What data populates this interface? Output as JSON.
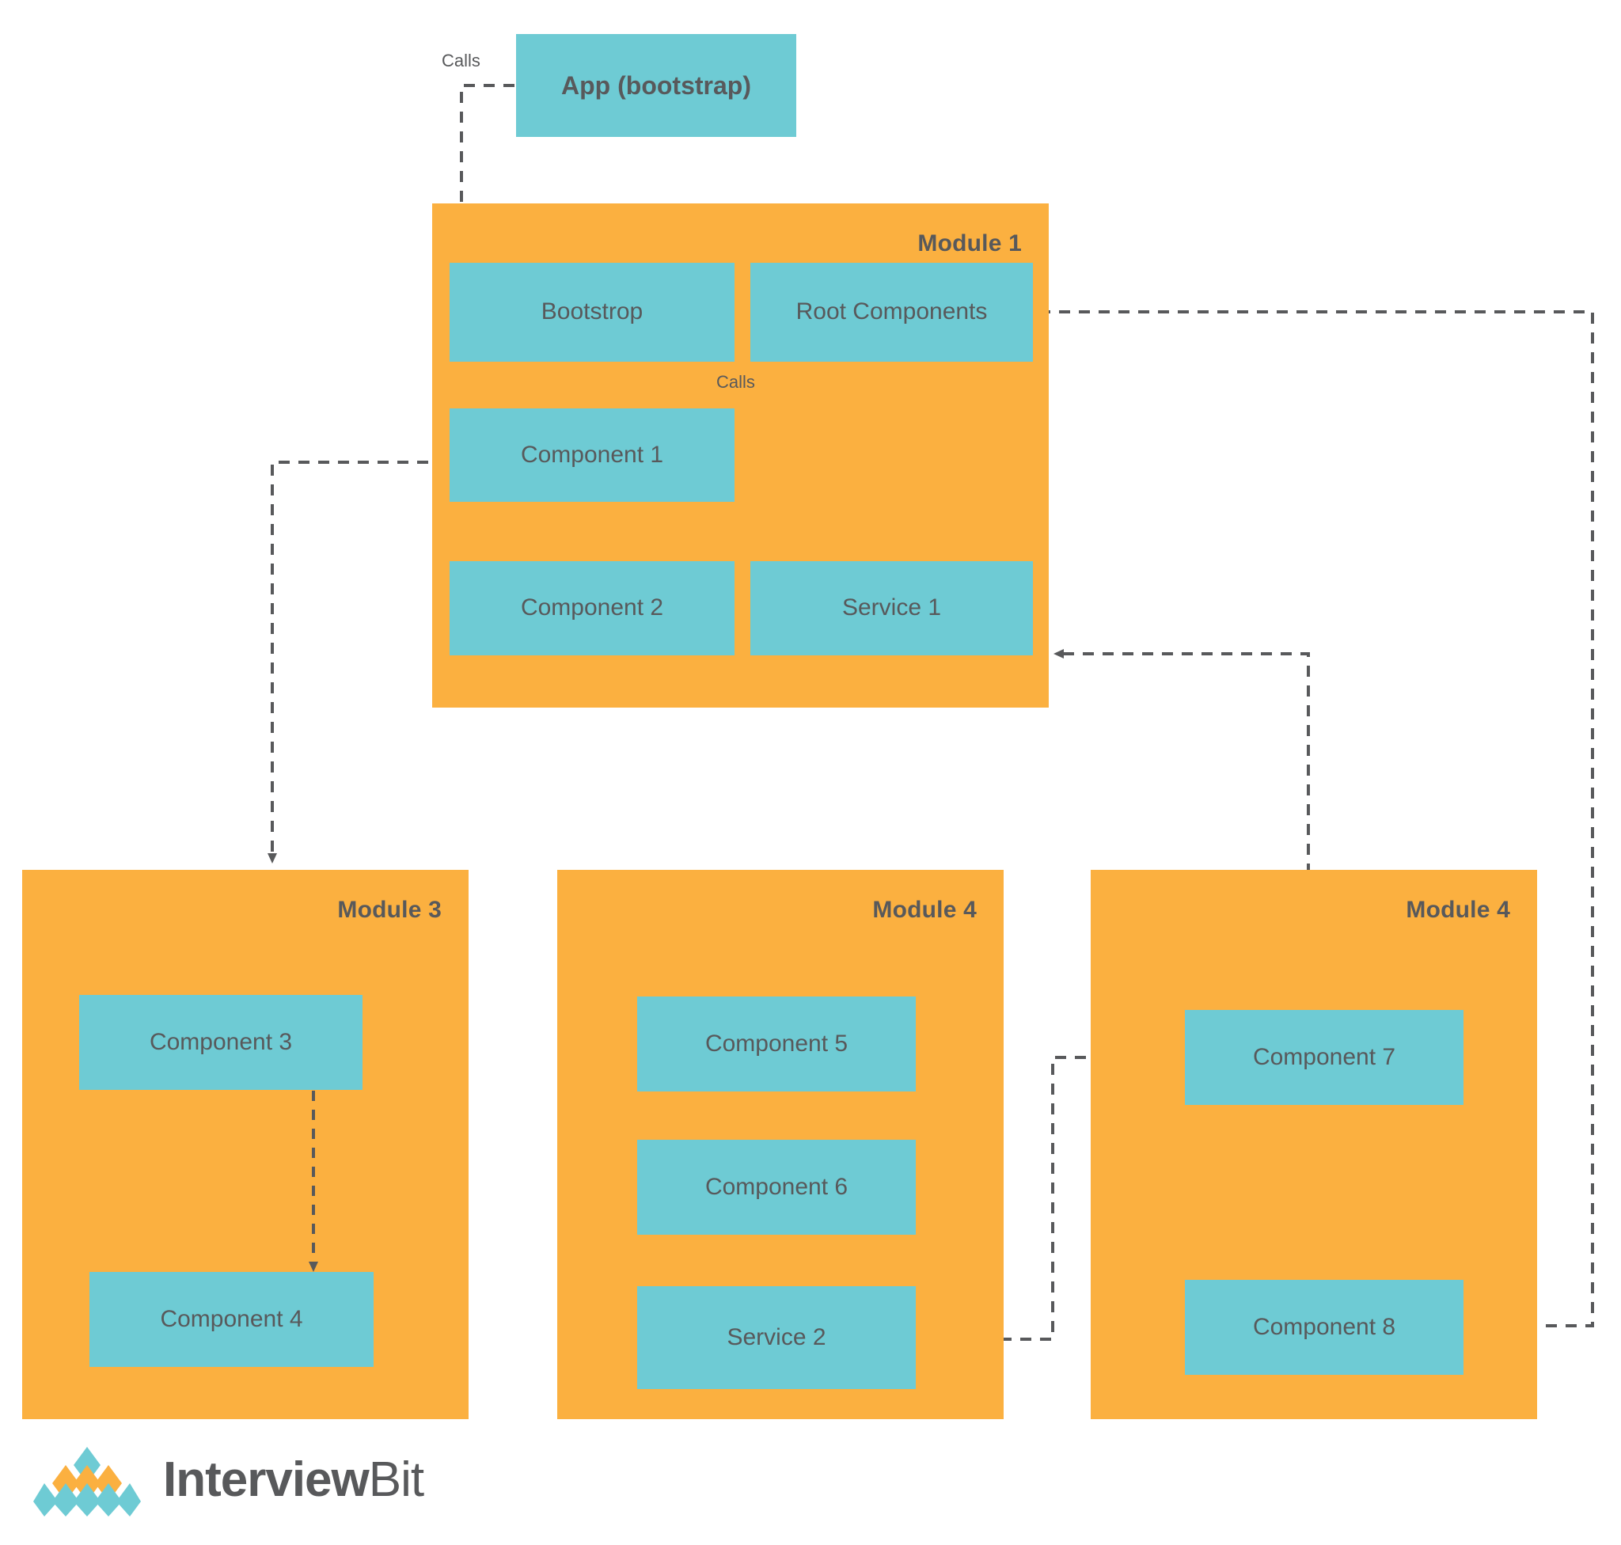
{
  "diagram": {
    "title_app": "App (bootstrap)",
    "colors": {
      "module_fill": "#fbb040",
      "box_fill": "#6ecbd4",
      "text": "#58595b",
      "connector": "#58595b",
      "background": "#ffffff"
    }
  },
  "app_box": {
    "label": "App (bootstrap)"
  },
  "labels": {
    "calls_app": "Calls",
    "calls_bootstrap": "Calls"
  },
  "module1": {
    "title": "Module 1",
    "boxes": [
      {
        "label": "Bootstrop"
      },
      {
        "label": "Root Components"
      },
      {
        "label": "Component 1"
      },
      {
        "label": "Component 2"
      },
      {
        "label": "Service 1"
      }
    ]
  },
  "module3": {
    "title": "Module 3",
    "boxes": [
      {
        "label": "Component 3"
      },
      {
        "label": "Component 4"
      }
    ]
  },
  "module4a": {
    "title": "Module 4",
    "boxes": [
      {
        "label": "Component 5"
      },
      {
        "label": "Component 6"
      },
      {
        "label": "Service 2"
      }
    ]
  },
  "module4b": {
    "title": "Module 4",
    "boxes": [
      {
        "label": "Component 7"
      },
      {
        "label": "Component 8"
      }
    ]
  },
  "logo": {
    "word1": "Interview",
    "word2": "Bit",
    "mark_colors": {
      "top": "#6ecbd4",
      "middle": "#fbb040",
      "bottom": "#6ecbd4"
    }
  }
}
